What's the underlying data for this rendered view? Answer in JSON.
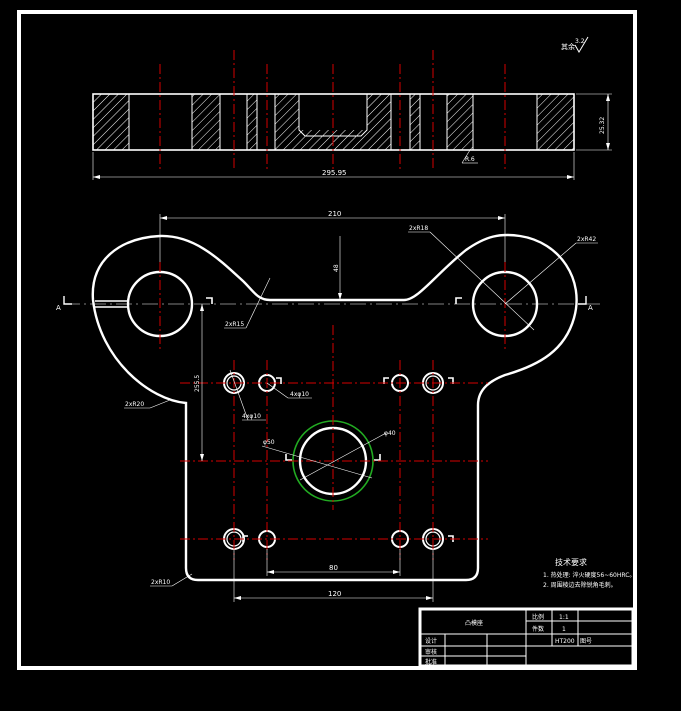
{
  "colors": {
    "background": "#000000",
    "outline": "#ffffff",
    "centerline": "#d40000",
    "highlight_circle": "#22aa22"
  },
  "roughness": {
    "label": "其余",
    "value": "3.2"
  },
  "section_view": {
    "length_dim": "295.95",
    "height_dim": "25.32",
    "chamfer_note": "R.6"
  },
  "plan_view": {
    "dim_top": "210",
    "dim_depth": "48",
    "dim_vertical": "255.5",
    "dim_bottom_inner": "80",
    "dim_bottom_outer": "120",
    "note_r18": "2xR18",
    "note_r42": "2xR42",
    "note_r15": "2xR15",
    "note_r20": "2xR20",
    "note_r10": "2xR10",
    "note_phi10_a": "4xφ10",
    "note_phi10_b": "4xφ10",
    "note_phi50": "φ50",
    "note_phi40": "φ40",
    "section_mark_left": "A",
    "section_mark_right": "A"
  },
  "tech_requirements": {
    "heading": "技术要求",
    "line1": "1. 热处理: 淬火硬度56~60HRC。",
    "line2": "2. 周围棱边去除锐角毛刺。"
  },
  "title_block": {
    "part_name": "凸模座",
    "scale_label": "比例",
    "scale_value": "1:1",
    "qty_label": "件数",
    "qty_value": "1",
    "material_value": "HT200",
    "sheet_label": "图号",
    "row_design": "设计",
    "row_check": "审核",
    "row_approve": "批准"
  }
}
